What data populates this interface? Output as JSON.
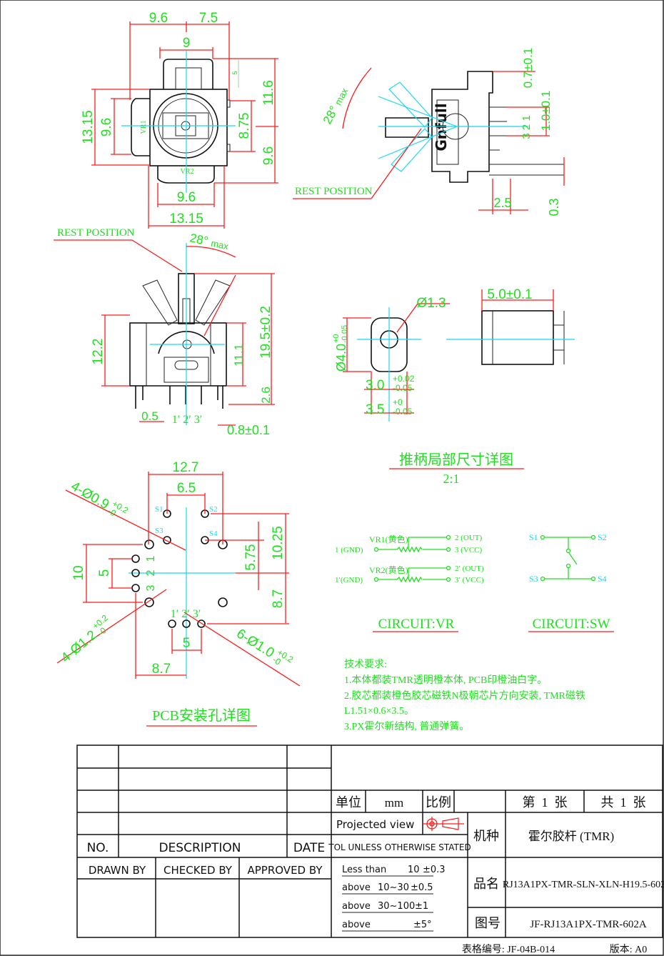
{
  "top_view": {
    "dim_left_width": "9.6",
    "dim_right_width": "7.5",
    "dim_top_tab": "9",
    "dim_height_total": "13.15",
    "dim_left_tab": "9.6",
    "dim_upper": "11.6",
    "dim_mid": "8.75",
    "dim_lower": "9.6",
    "dim_small": "5",
    "dim_bottom_tab": "9.6",
    "dim_body_width": "13.15",
    "label_vr1": "VR1",
    "label_vr2": "VR2"
  },
  "side_view": {
    "angle": "28°",
    "angle_max": "max",
    "rest_position": "REST POSITION",
    "dim_pin_width": "0.7±0.1",
    "dim_pin_pitch": "1.0±0.1",
    "pin_numbers": "3  2  1",
    "dim_offset": "2.5",
    "dim_thickness": "0.3",
    "logo": "Gnfull"
  },
  "front_view": {
    "rest_position": "REST POSITION",
    "angle": "28°",
    "angle_max": "max",
    "dim_body_height": "12.2",
    "dim_inner_height": "11.1",
    "dim_total_height": "19.5±0.2",
    "dim_pin_length": "2.6",
    "dim_pin_offset": "0.5",
    "pin_labels": "1′ 2′ 3′",
    "dim_pin_width": "0.8±0.1"
  },
  "shaft_detail": {
    "dim_hole": "Ø1.3",
    "dim_length": "5.0±0.1",
    "dim_diameter": "Ø4.0",
    "dim_diameter_tol_upper": "+0",
    "dim_diameter_tol_lower": "-0.05",
    "dim_flat1": "3.0",
    "dim_flat1_tol_upper": "+0.02",
    "dim_flat1_tol_lower": "-0.05",
    "dim_flat2": "3.5",
    "dim_flat2_tol_upper": "+0",
    "dim_flat2_tol_lower": "-0.05",
    "title": "推柄局部尺寸详图",
    "scale": "2:1"
  },
  "pcb": {
    "dim_outer": "12.7",
    "dim_switch": "6.5",
    "hole_switch": "4-Ø0.9",
    "hole_switch_tol_upper": "+0.2",
    "hole_switch_tol_lower": "-0",
    "s1": "S1",
    "s2": "S2",
    "s3": "S3",
    "s4": "S4",
    "dim_10_25": "10.25",
    "dim_5_75": "5.75",
    "dim_10": "10",
    "dim_5_left": "5",
    "dim_8_7_right": "8.7",
    "pin1": "1",
    "pin2": "2",
    "pin3": "3",
    "pins_prime": "1′ 2′ 3′",
    "dim_5_bottom": "5",
    "dim_8_7_bottom": "8.7",
    "hole_mount": "4-Ø1.2",
    "hole_mount_tol_upper": "+0.2",
    "hole_mount_tol_lower": "-0",
    "hole_pin": "6-Ø1.0",
    "hole_pin_tol_upper": "+0.2",
    "hole_pin_tol_lower": "-0",
    "title": "PCB安装孔详图"
  },
  "circuit_vr": {
    "vr1": "VR1(黄色)",
    "vr1_gnd": "1 (GND)",
    "vr1_out": "2 (OUT)",
    "vr1_vcc": "3 (VCC)",
    "vr2": "VR2(黄色)",
    "vr2_gnd": "1′(GND)",
    "vr2_out": "2′ (OUT)",
    "vr2_vcc": "3′ (VCC)",
    "title": "CIRCUIT:VR"
  },
  "circuit_sw": {
    "s1": "S1",
    "s2": "S2",
    "s3": "S3",
    "s4": "S4",
    "title": "CIRCUIT:SW"
  },
  "requirements": {
    "heading": "技术要求:",
    "items": [
      "1.本体都装TMR透明橙本体, PCB印橙油白字。",
      "2.胶芯都装橙色胶芯磁铁N极朝芯片方向安装, TMR磁铁",
      "L1.51×0.6×3.5。",
      "3.PX霍尔新结构, 普通弹簧。"
    ]
  },
  "title_block": {
    "no": "NO.",
    "description": "DESCRIPTION",
    "date": "DATE",
    "drawn_by": "DRAWN BY",
    "checked_by": "CHECKED BY",
    "approved_by": "APPROVED BY",
    "unit_label": "单位",
    "unit_value": "mm",
    "scale_label": "比例",
    "scale_value": "",
    "sheet": "第  1  张",
    "sheets_total": "共  1  张",
    "projected_view": "Projected view",
    "tol_heading": "TOL UNLESS OTHERWISE STATED",
    "tolerances": [
      {
        "range": "Less than",
        "value": "10",
        "tol": "±0.3"
      },
      {
        "range": "above",
        "value": "10~30",
        "tol": "±0.5"
      },
      {
        "range": "above",
        "value": "30~100",
        "tol": "±1"
      },
      {
        "range": "above",
        "value": "",
        "tol": "±5°"
      }
    ],
    "model_label": "机种",
    "model_value": "霍尔胶杆 (TMR)",
    "product_label": "品名",
    "product_value": "RJ13A1PX-TMR-SLN-XLN-H19.5-602",
    "drawing_no_label": "图号",
    "drawing_no_value": "JF-RJ13A1PX-TMR-602A"
  },
  "footer": {
    "form_no": "表格编号: JF-04B-014",
    "version": "版本: A0"
  },
  "colors": {
    "dimension": "#ff1a1a",
    "text": "#1ee01e",
    "centerline": "#18d8f0",
    "outline": "#111111"
  }
}
